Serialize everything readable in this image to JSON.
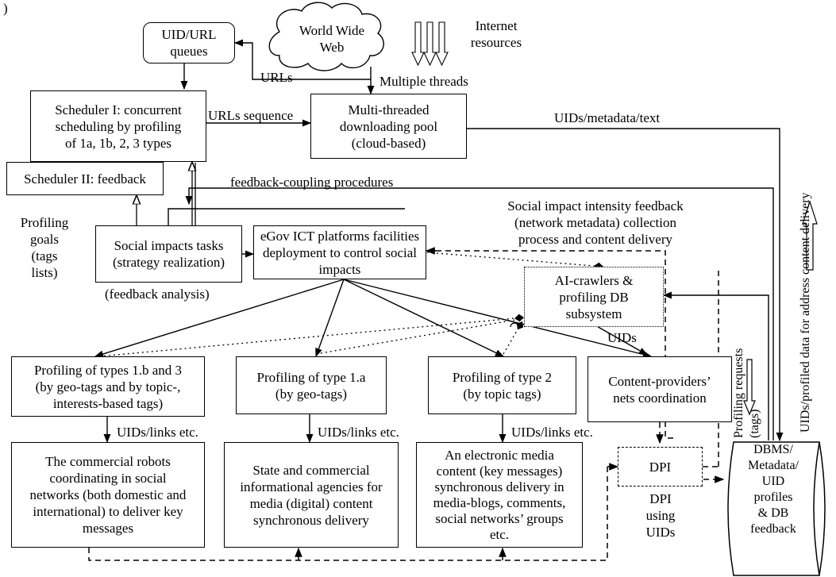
{
  "corner_mark": ")",
  "nodes": {
    "uid_queues": "UID/URL\nqueues",
    "www": "World Wide\nWeb",
    "internet_resources": "Internet\nresources",
    "multiple_threads": "Multiple threads",
    "scheduler1": "Scheduler I: concurrent\nscheduling by profiling\nof 1a, 1b, 2, 3 types",
    "scheduler2": "Scheduler II: feedback",
    "download_pool": "Multi-threaded\ndownloading pool\n(cloud-based)",
    "social_tasks": "Social impacts tasks\n(strategy realization)",
    "egov": "eGov ICT platforms facilities\ndeployment to control social\nimpacts",
    "ai_crawlers": "AI-crawlers &\nprofiling DB\nsubsystem",
    "profiling_1b3": "Profiling of types 1.b and 3\n(by geo-tags and by topic-,\ninterests-based tags)",
    "profiling_1a": "Profiling of type 1.a\n(by geo-tags)",
    "profiling_2": "Profiling of type 2\n(by topic tags)",
    "content_providers": "Content-providers’\nnets coordination",
    "commercial_robots": "The commercial robots\ncoordinating in social\nnetworks (both domestic and\ninternational) to deliver key\nmessages",
    "state_agencies": "State and commercial\ninformational agencies for\nmedia (digital) content\nsynchronous delivery",
    "electronic_media": "An electronic media\ncontent (key messages)\nsynchronous delivery in\nmedia-blogs, comments,\nsocial networks’ groups\netc.",
    "dpi": "DPI",
    "dbms": "DBMS/\nMetadata/\nUID\nprofiles\n& DB\nfeedback"
  },
  "labels": {
    "urls": "URLs",
    "urls_sequence": "URLs sequence",
    "uids_metadata_text": "UIDs/metadata/text",
    "feedback_coupling": "feedback-coupling procedures",
    "social_impact_feedback": "Social impact intensity feedback\n(network metadata) collection\nprocess and content delivery",
    "profiling_goals": "Profiling\ngoals\n(tags\nlists)",
    "feedback_analysis": "(feedback analysis)",
    "uids": "UIDs",
    "uids_links_1": "UIDs/links etc.",
    "uids_links_2": "UIDs/links etc.",
    "uids_links_3": "UIDs/links etc.",
    "dpi_using_uids": "DPI\nusing\nUIDs",
    "profiling_requests": "Profiling requests\n(tags)",
    "uids_profiled_data": "UIDs/profiled data for address content delivery"
  }
}
